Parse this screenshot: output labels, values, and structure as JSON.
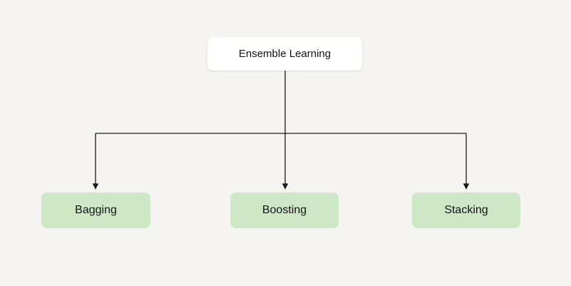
{
  "diagram": {
    "root": {
      "label": "Ensemble Learning"
    },
    "children": [
      {
        "label": "Bagging"
      },
      {
        "label": "Boosting"
      },
      {
        "label": "Stacking"
      }
    ],
    "colors": {
      "background": "#f5f4f1",
      "root_fill": "#ffffff",
      "child_fill": "#cee8c6",
      "line": "#1a1a1a",
      "text": "#141414"
    }
  }
}
